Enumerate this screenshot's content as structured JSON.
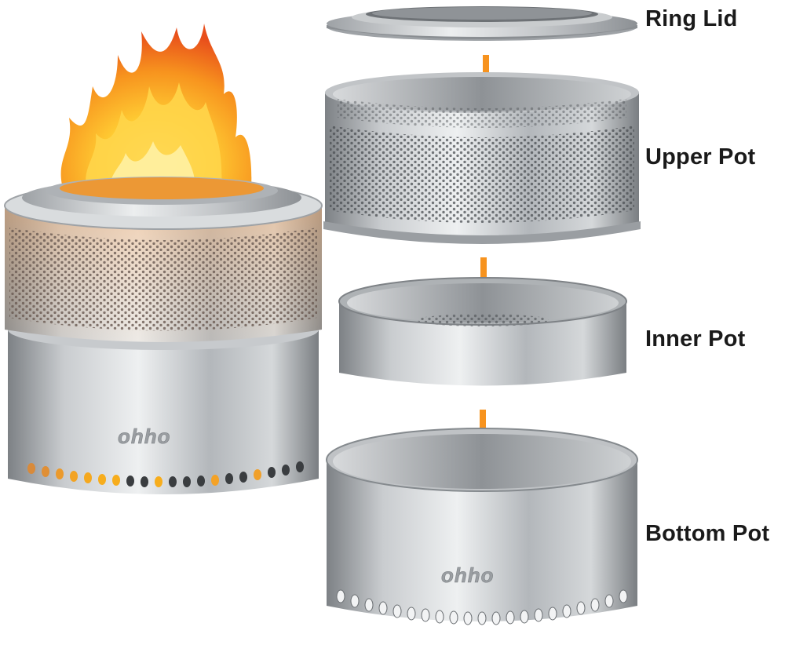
{
  "labels": {
    "ring_lid": "Ring Lid",
    "upper_pot": "Upper Pot",
    "inner_pot": "Inner Pot",
    "bottom_pot": "Bottom Pot"
  },
  "brand_logo": "ohho",
  "colors": {
    "arrow": "#f7931e",
    "steel_light": "#e4e6e8",
    "steel_mid": "#b8bcc0",
    "steel_dark": "#7e8286",
    "flame_outer": "#f26522",
    "flame_inner": "#ffcc33"
  },
  "icons": [
    "arrow-down-icon",
    "flame-icon"
  ]
}
